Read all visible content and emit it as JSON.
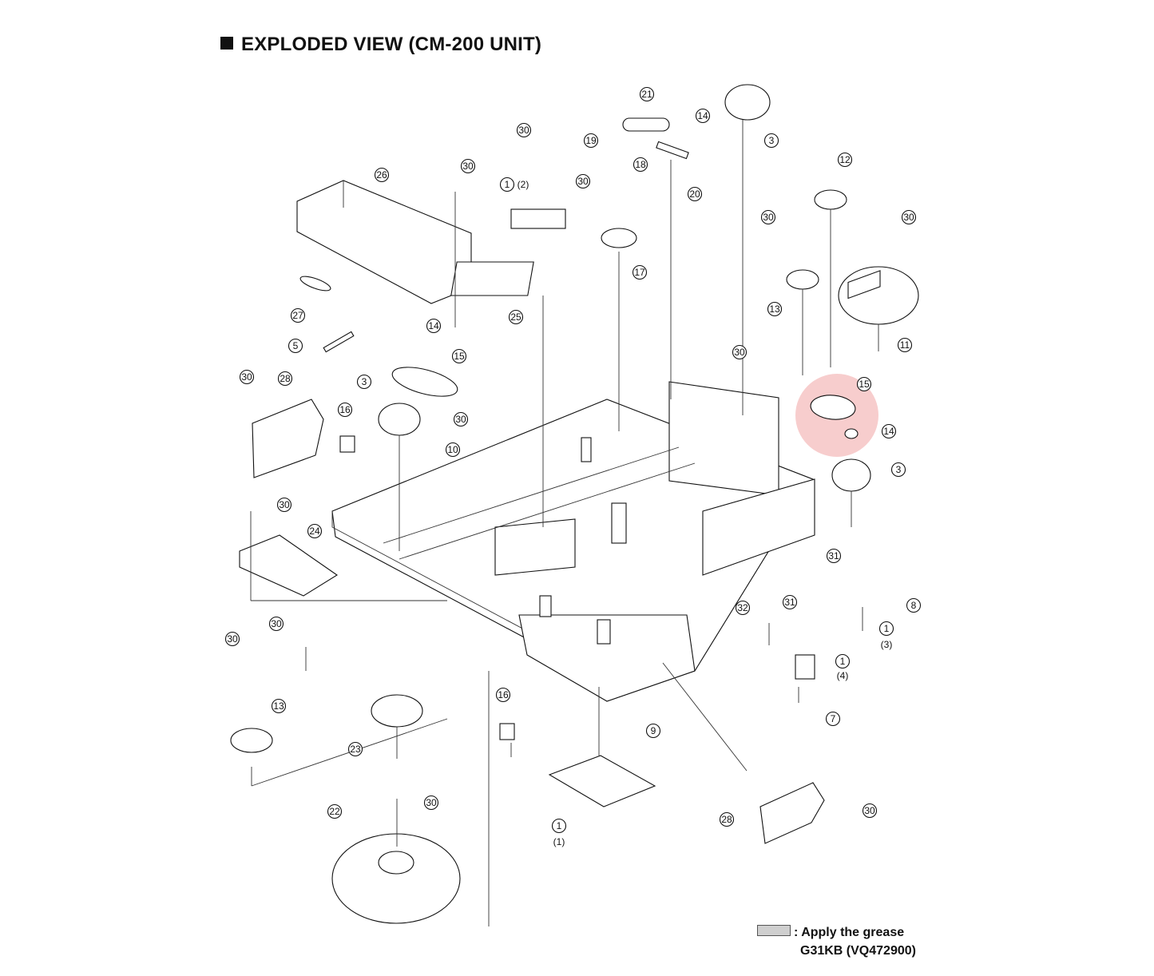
{
  "title": "EXPLODED VIEW (CM-200 UNIT)",
  "legend": {
    "prefix": ":",
    "line1": "Apply the grease",
    "line2": "G31KB (VQ472900)",
    "swatch_color": "#cfcfcf"
  },
  "highlight_color": "#f6c4c4",
  "callouts": [
    {
      "label": "21"
    },
    {
      "label": "14"
    },
    {
      "label": "3"
    },
    {
      "label": "30"
    },
    {
      "label": "19"
    },
    {
      "label": "18"
    },
    {
      "label": "20"
    },
    {
      "label": "30"
    },
    {
      "label": "26"
    },
    {
      "label": "30"
    },
    {
      "label": "1"
    },
    {
      "label": "12"
    },
    {
      "label": "30"
    },
    {
      "label": "30"
    },
    {
      "label": "17"
    },
    {
      "label": "27"
    },
    {
      "label": "25"
    },
    {
      "label": "13"
    },
    {
      "label": "11"
    },
    {
      "label": "14"
    },
    {
      "label": "5"
    },
    {
      "label": "30"
    },
    {
      "label": "15"
    },
    {
      "label": "15"
    },
    {
      "label": "14"
    },
    {
      "label": "30"
    },
    {
      "label": "28"
    },
    {
      "label": "3"
    },
    {
      "label": "16"
    },
    {
      "label": "30"
    },
    {
      "label": "10"
    },
    {
      "label": "3"
    },
    {
      "label": "30"
    },
    {
      "label": "24"
    },
    {
      "label": "31"
    },
    {
      "label": "8"
    },
    {
      "label": "1"
    },
    {
      "label": "32"
    },
    {
      "label": "31"
    },
    {
      "label": "30"
    },
    {
      "label": "30"
    },
    {
      "label": "1"
    },
    {
      "label": "13"
    },
    {
      "label": "16"
    },
    {
      "label": "7"
    },
    {
      "label": "9"
    },
    {
      "label": "23"
    },
    {
      "label": "30"
    },
    {
      "label": "22"
    },
    {
      "label": "1"
    },
    {
      "label": "28"
    },
    {
      "label": "30"
    }
  ],
  "sublabels": [
    {
      "label": "(2)"
    },
    {
      "label": "(3)"
    },
    {
      "label": "(4)"
    },
    {
      "label": "(1)"
    }
  ]
}
